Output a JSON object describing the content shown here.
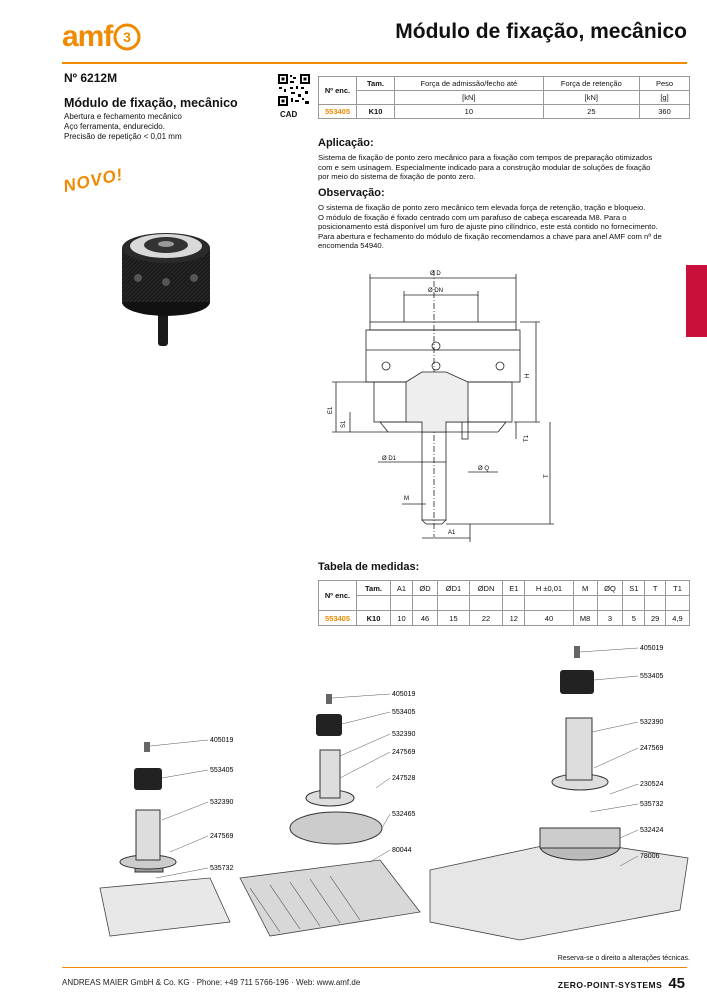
{
  "header": {
    "logo_text": "amf",
    "title": "Módulo de fixação, mecânico"
  },
  "product": {
    "number": "Nº 6212M",
    "name": "Módulo de fixação, mecânico",
    "description_lines": [
      "Abertura e fechamento mecânico",
      "Aço ferramenta, endurecido.",
      "Precisão de repetição < 0,01 mm"
    ],
    "badge": "NOVO!",
    "cad_label": "CAD"
  },
  "spec_table": {
    "headers": [
      "Nº enc.",
      "Tam.",
      "Força de admissão/fecho até",
      "Força de retenção",
      "Peso"
    ],
    "units": [
      "",
      "",
      "[kN]",
      "[kN]",
      "[g]"
    ],
    "rows": [
      [
        "553405",
        "K10",
        "10",
        "25",
        "360"
      ]
    ]
  },
  "aplicacao": {
    "heading": "Aplicação:",
    "lines": [
      "Sistema de fixação de ponto zero mecânico para a fixação com tempos de preparação otimizados",
      "com e sem usinagem. Especialmente indicado para a construção modular de soluções de fixação",
      "por meio do sistema de fixação de ponto zero."
    ]
  },
  "observacao": {
    "heading": "Observação:",
    "lines": [
      "O sistema de fixação de ponto zero mecânico tem elevada força de retenção, tração e bloqueio.",
      "O módulo de fixação é fixado centrado com um parafuso de cabeça escareada M8. Para o",
      "posicionamento está disponível um furo de ajuste pino cilíndrico, este está contido no fornecimento.",
      "Para abertura e fechamento do módulo de fixação recomendamos a chave para anel AMF com nº de",
      "encomenda 54940."
    ]
  },
  "drawing_labels": {
    "d": "Ø D",
    "dn": "Ø DN",
    "h": "H",
    "e1": "E1",
    "s1": "S1",
    "t1": "T1",
    "d1": "Ø D1",
    "q": "Ø Q",
    "t": "T",
    "m": "M",
    "a1": "A1"
  },
  "dimensions": {
    "heading": "Tabela de medidas:",
    "headers": [
      "Nº enc.",
      "Tam.",
      "A1",
      "ØD",
      "ØD1",
      "ØDN",
      "E1",
      "H ±0,01",
      "M",
      "ØQ",
      "S1",
      "T",
      "T1"
    ],
    "rows": [
      [
        "553405",
        "K10",
        "10",
        "46",
        "15",
        "22",
        "12",
        "40",
        "M8",
        "3",
        "5",
        "29",
        "4,9"
      ]
    ]
  },
  "assembly_labels": {
    "left": [
      "405019",
      "553405",
      "532390",
      "247569",
      "535732"
    ],
    "middle": [
      "405019",
      "553405",
      "532390",
      "247569",
      "247528",
      "532465",
      "80044"
    ],
    "right": [
      "405019",
      "553405",
      "532390",
      "247569",
      "230524",
      "535732",
      "532424",
      "78006"
    ]
  },
  "footer": {
    "reserva": "Reserva-se o direito a alterações técnicas.",
    "company": "ANDREAS MAIER GmbH & Co. KG · Phone: +49 711 5766-196 · Web: www.amf.de",
    "section": "ZERO-POINT-SYSTEMS",
    "page": "45"
  },
  "colors": {
    "accent": "#f08a00",
    "side_tab": "#c8103a"
  }
}
